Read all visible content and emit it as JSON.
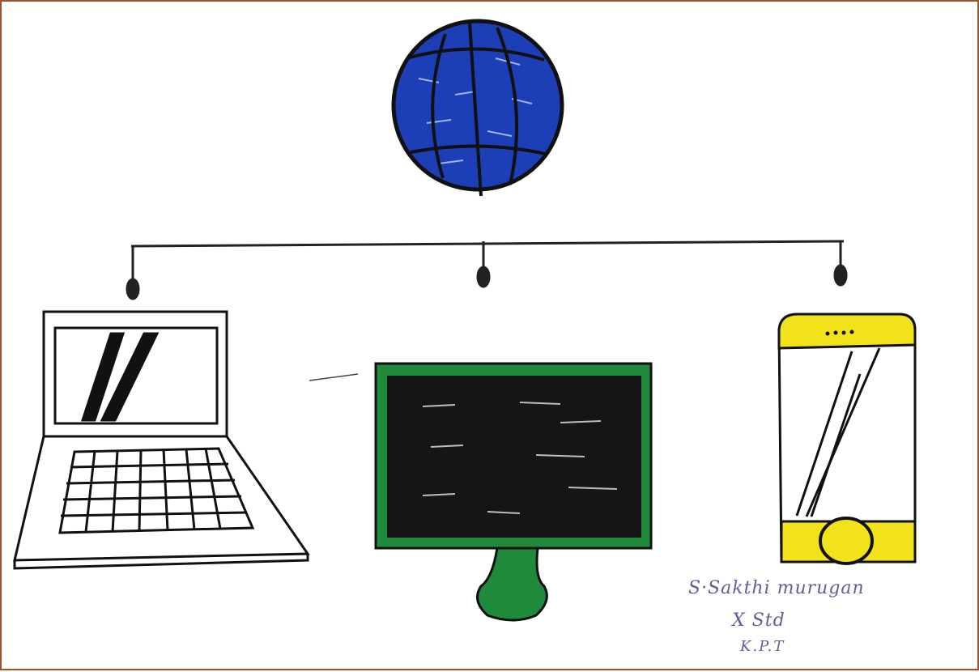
{
  "drawing": {
    "subject": "internet-globe-connected-devices",
    "devices": [
      "globe",
      "laptop",
      "monitor",
      "smartphone"
    ],
    "colors": {
      "frame": "#a0522d",
      "globe": "#1c3fb8",
      "ink": "#1a1a1a",
      "monitor_frame": "#1f8a3a",
      "phone_accent": "#f2e21a",
      "signature_ink": "#6a5a9a"
    }
  },
  "signature": {
    "name": "S·Sakthi murugan",
    "std": "X Std",
    "school": "K.P.T"
  }
}
